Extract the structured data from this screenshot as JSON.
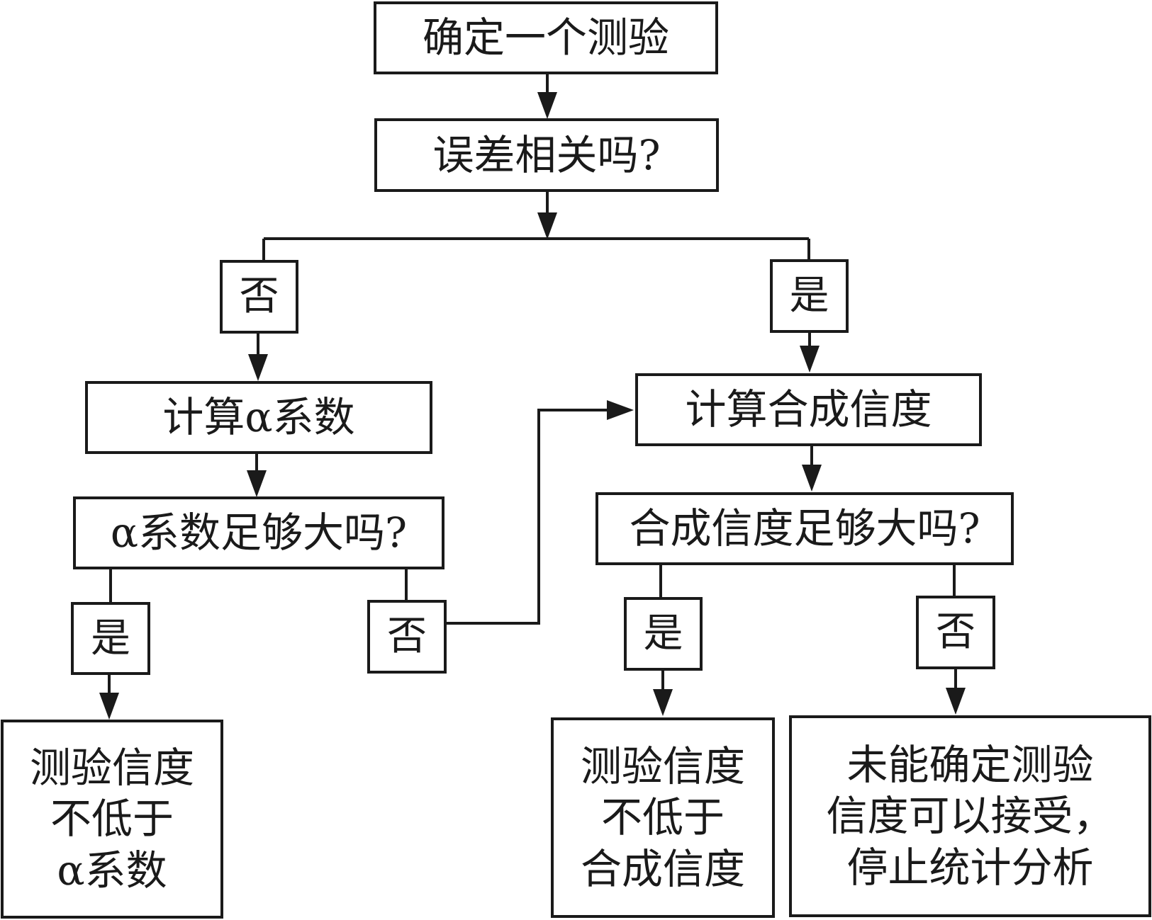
{
  "diagram": {
    "type": "flowchart",
    "nodes": {
      "start": "确定一个测验",
      "q_error": "误差相关吗?",
      "no1": "否",
      "yes1": "是",
      "calc_alpha": "计算α系数",
      "q_alpha": "α系数足够大吗?",
      "yes2": "是",
      "no2": "否",
      "result_alpha": "测验信度\n不低于\nα系数",
      "calc_composite": "计算合成信度",
      "q_composite": "合成信度足够大吗?",
      "yes3": "是",
      "no3": "否",
      "result_composite": "测验信度\n不低于\n合成信度",
      "result_stop": "未能确定测验\n信度可以接受，\n停止统计分析"
    },
    "edges": [
      {
        "from": "start",
        "to": "q_error"
      },
      {
        "from": "q_error",
        "to": "no1",
        "label": "否"
      },
      {
        "from": "q_error",
        "to": "yes1",
        "label": "是"
      },
      {
        "from": "no1",
        "to": "calc_alpha"
      },
      {
        "from": "yes1",
        "to": "calc_composite"
      },
      {
        "from": "calc_alpha",
        "to": "q_alpha"
      },
      {
        "from": "q_alpha",
        "to": "yes2",
        "label": "是"
      },
      {
        "from": "q_alpha",
        "to": "no2",
        "label": "否"
      },
      {
        "from": "yes2",
        "to": "result_alpha"
      },
      {
        "from": "no2",
        "to": "calc_composite"
      },
      {
        "from": "calc_composite",
        "to": "q_composite"
      },
      {
        "from": "q_composite",
        "to": "yes3",
        "label": "是"
      },
      {
        "from": "q_composite",
        "to": "no3",
        "label": "否"
      },
      {
        "from": "yes3",
        "to": "result_composite"
      },
      {
        "from": "no3",
        "to": "result_stop"
      }
    ]
  }
}
